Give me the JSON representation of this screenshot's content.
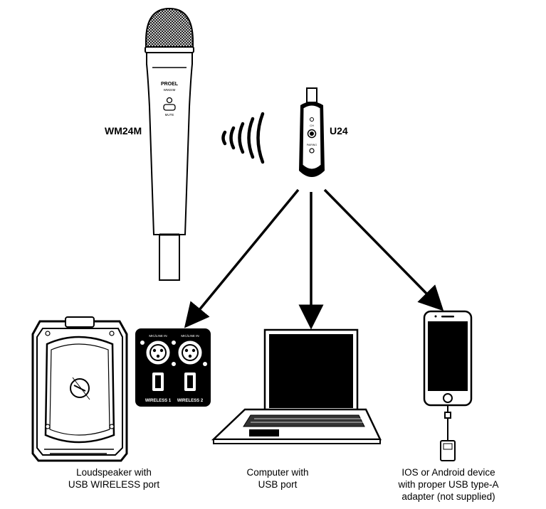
{
  "microphone": {
    "name": "WM24M",
    "brand": "PROEL",
    "model": "WM24M",
    "mute_label": "MUTE"
  },
  "receiver": {
    "name": "U24",
    "ch_label": "CH",
    "pairing_label": "PAIRING"
  },
  "devices": [
    {
      "caption": "Loudspeaker with\nUSB WIRELESS port"
    },
    {
      "caption": "Computer with\nUSB port"
    },
    {
      "caption": "IOS or Android device\nwith proper USB type-A\nadapter (not supplied)"
    }
  ],
  "panel": {
    "left_label": "MIC/LINE IN",
    "right_label": "MIC/LINE IN",
    "port1": "WIRELESS 1",
    "port2": "WIRELESS 2"
  }
}
